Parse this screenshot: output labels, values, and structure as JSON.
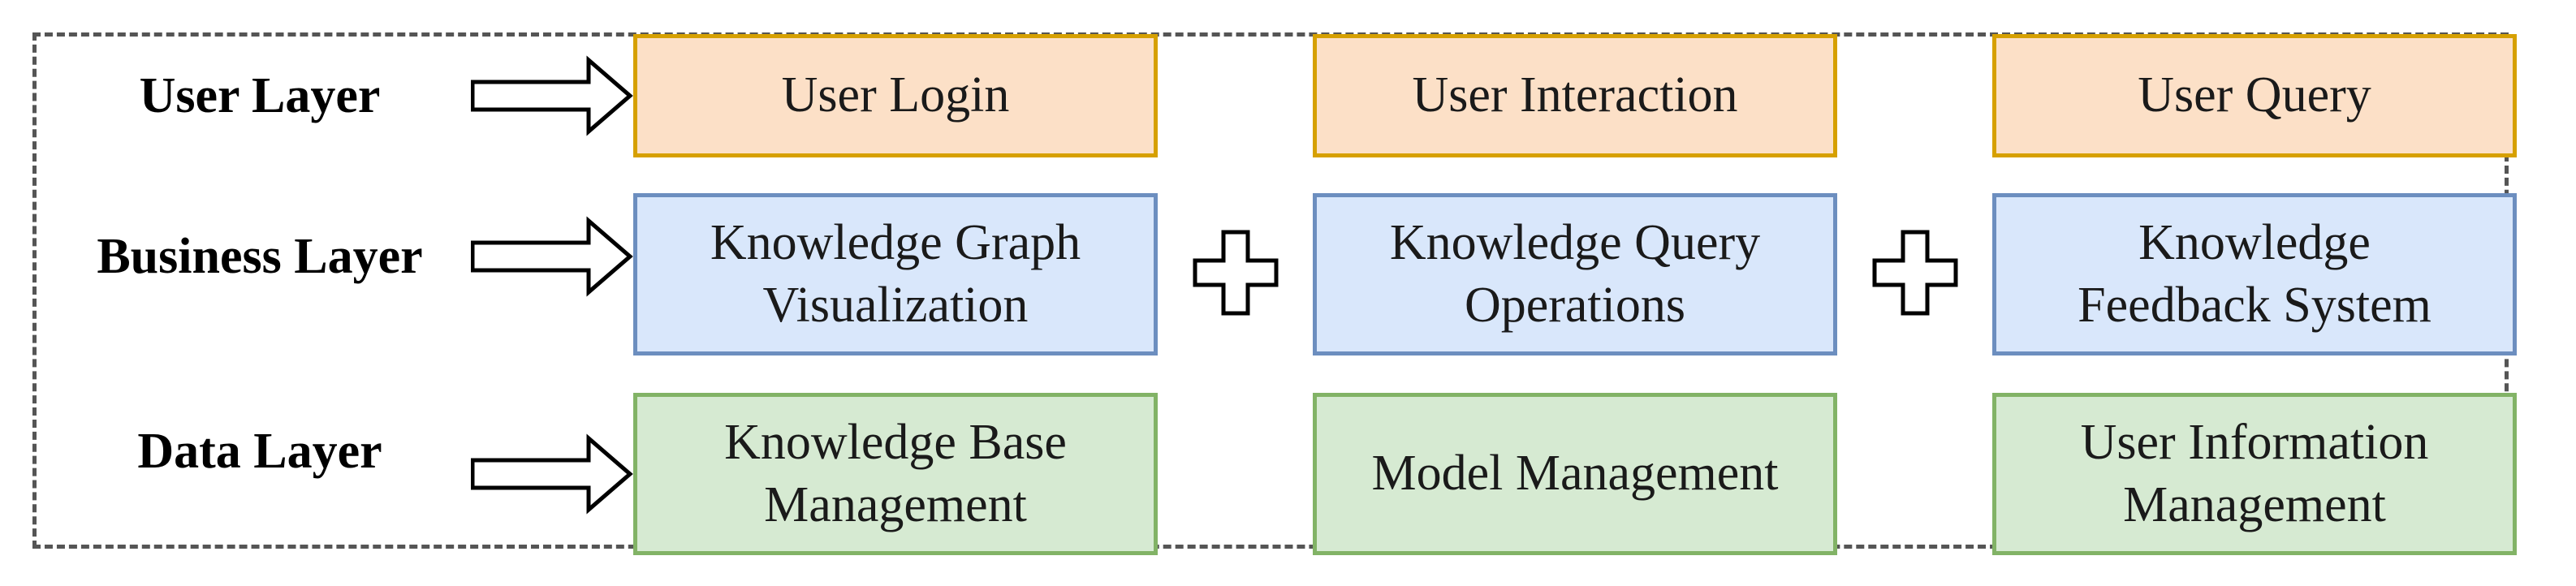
{
  "colors": {
    "user_fill": "#fce0c7",
    "user_border": "#d6a000",
    "business_fill": "#d9e7fb",
    "business_border": "#6c8ebf",
    "data_fill": "#d6ead2",
    "data_border": "#82b366",
    "frame": "#555555"
  },
  "layers": [
    {
      "label": "User Layer",
      "boxes": [
        "User Login",
        "User Interaction",
        "User Query"
      ]
    },
    {
      "label": "Business Layer",
      "boxes": [
        "Knowledge Graph\nVisualization",
        "Knowledge Query\nOperations",
        "Knowledge\nFeedback System"
      ]
    },
    {
      "label": "Data Layer",
      "boxes": [
        "Knowledge Base\nManagement",
        "Model Management",
        "User Information\nManagement"
      ]
    }
  ]
}
